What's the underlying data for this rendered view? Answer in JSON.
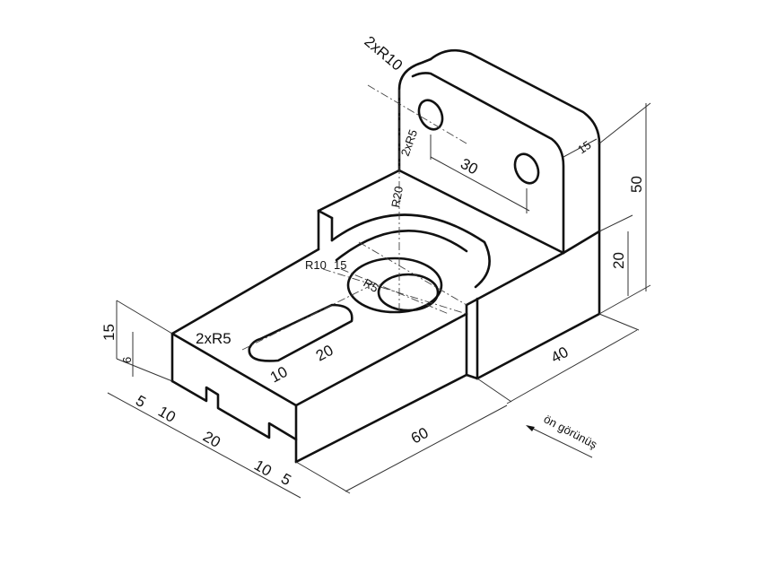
{
  "drawing": {
    "type": "isometric technical drawing",
    "view_label": "ön görünüş",
    "dimensions": {
      "upright_hole_radius": "2xR10",
      "upright_small_hole": "2xR5",
      "hole_spacing": "30",
      "upright_thickness": "15",
      "total_height": "50",
      "base_height_right": "20",
      "counterbore_radius": "R20",
      "counterbore_inner": "R10",
      "counterbore_depth": "15",
      "through_hole": "R5",
      "slot_radius": "2xR5",
      "slot_width": "10",
      "slot_length": "20",
      "base_height_left": "15",
      "groove_depth": "6",
      "front_5a": "5",
      "front_10a": "10",
      "front_20": "20",
      "front_10b": "10",
      "front_5b": "5",
      "length_60": "60",
      "depth_40": "40"
    }
  }
}
